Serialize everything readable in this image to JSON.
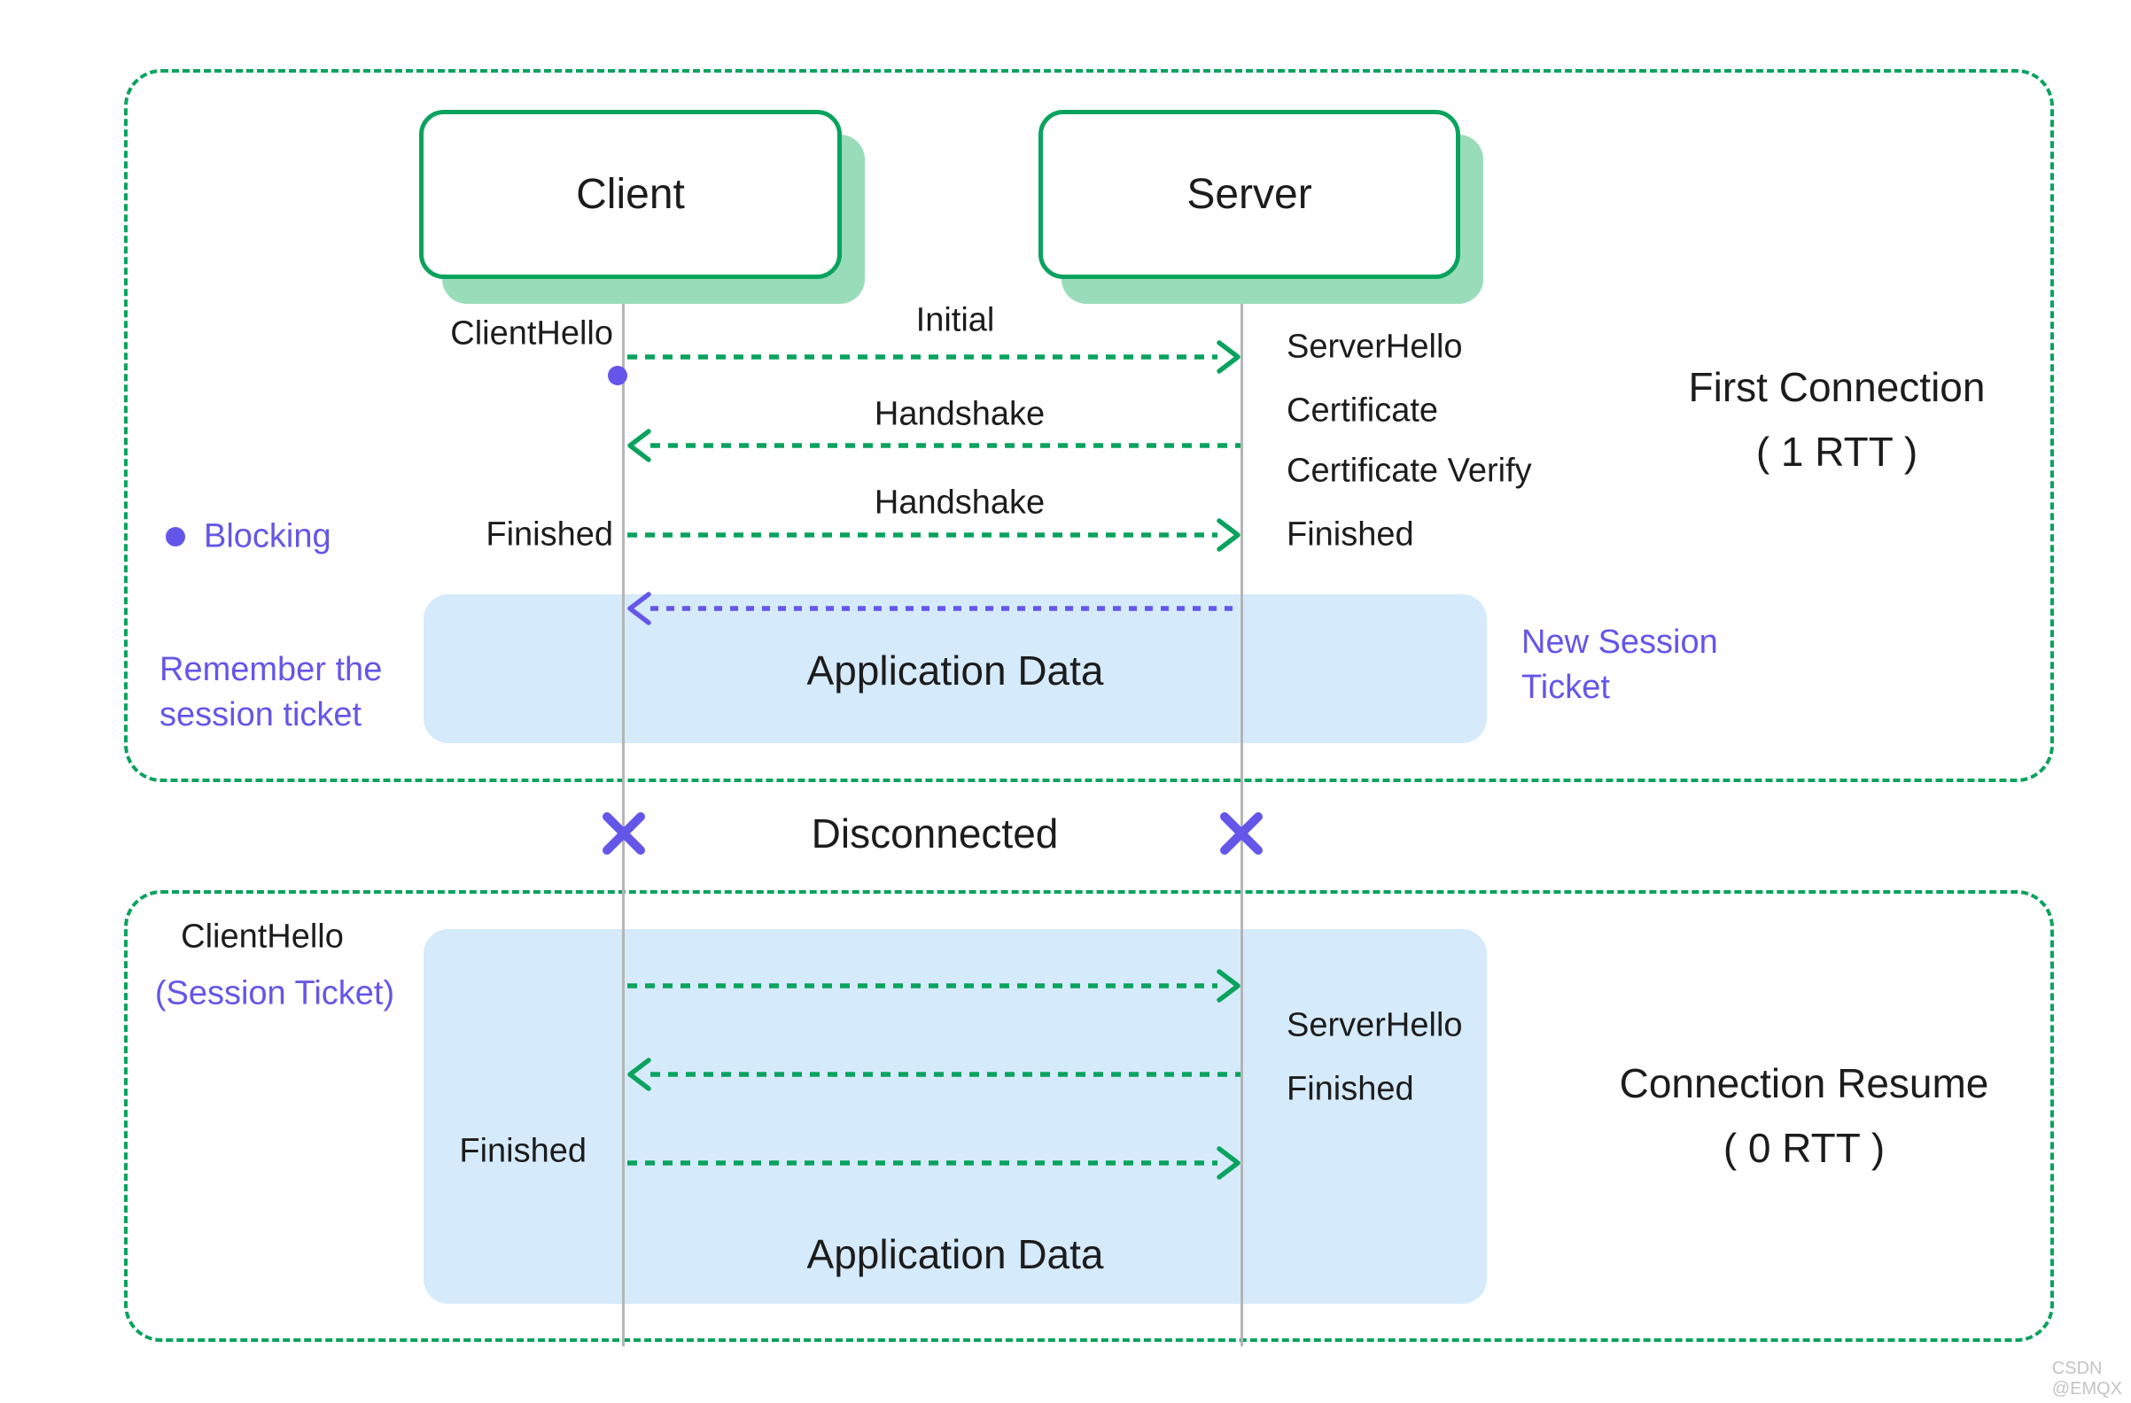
{
  "colors": {
    "bg": "#ffffff",
    "green": "#0aa35e",
    "green_shadow": "#99dcba",
    "purple": "#6456e8",
    "blue_panel": "#d5eafb",
    "lifeline": "#b5b5b5",
    "text": "#1c1c1c",
    "watermark": "#c4c4c4"
  },
  "actors": {
    "client": "Client",
    "server": "Server"
  },
  "section1": {
    "title": [
      "First Connection",
      "( 1 RTT )"
    ],
    "client_hello": "ClientHello",
    "msg_initial": "Initial",
    "msg_handshake_1": "Handshake",
    "msg_handshake_2": "Handshake",
    "finished_client": "Finished",
    "server_labels": [
      "ServerHello",
      "Certificate",
      "Certificate Verify",
      "Finished"
    ],
    "legend_blocking": "Blocking",
    "remember": [
      "Remember the",
      "session ticket"
    ],
    "app_data": "Application Data",
    "new_session": [
      "New Session",
      "Ticket"
    ]
  },
  "disconnect": {
    "label": "Disconnected"
  },
  "section2": {
    "title": [
      "Connection Resume",
      "( 0 RTT )"
    ],
    "client_hello": "ClientHello",
    "session_ticket": "(Session Ticket)",
    "server_hello": "ServerHello",
    "finished_server": "Finished",
    "finished_client": "Finished",
    "app_data": "Application Data"
  },
  "watermark": "CSDN @EMQX"
}
